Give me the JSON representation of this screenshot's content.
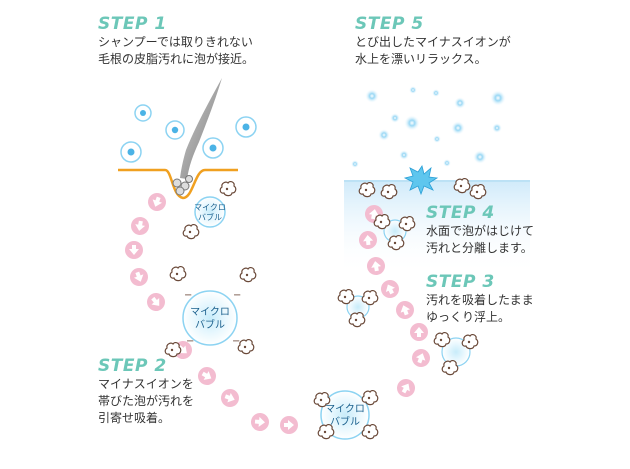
{
  "steps": [
    {
      "title": "STEP 1",
      "lines": [
        "シャンプーでは取りきれない",
        "毛根の皮脂汚れに泡が接近。"
      ]
    },
    {
      "title": "STEP 2",
      "lines": [
        "マイナスイオンを",
        "帯びた泡が汚れを",
        "引寄せ吸着。"
      ]
    },
    {
      "title": "STEP 3",
      "lines": [
        "汚れを吸着したまま",
        "ゆっくり浮上。"
      ]
    },
    {
      "title": "STEP 4",
      "lines": [
        "水面で泡がはじけて",
        "汚れと分離します。"
      ]
    },
    {
      "title": "STEP 5",
      "lines": [
        "とび出したマイナスイオンが",
        "水上を漂いリラックス。"
      ]
    }
  ],
  "bubbles": {
    "label_line1": "マイクロ",
    "label_line2": "バブル"
  },
  "colors": {
    "step_title": "#6cc7b8",
    "arrow_circle": "#f3bcd0",
    "water": "#d7eefb",
    "skin_line": "#f0a020",
    "ion_dot": "#7ec8ee"
  }
}
